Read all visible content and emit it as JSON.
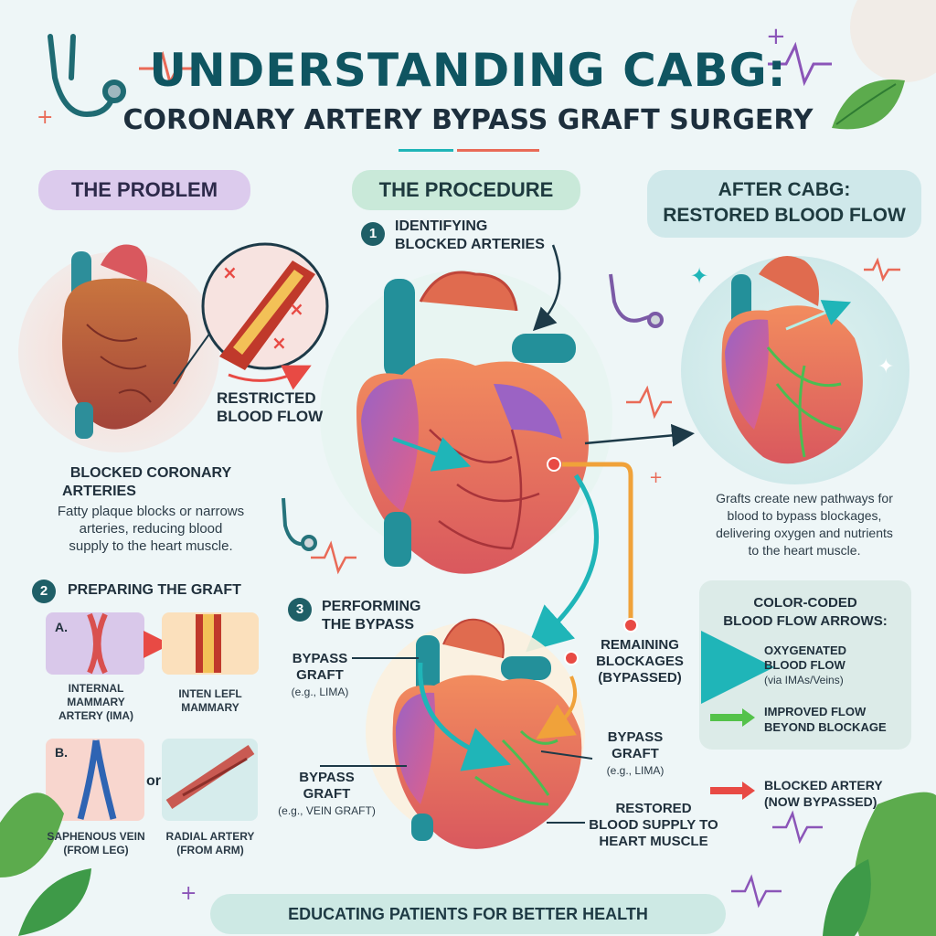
{
  "header": {
    "title": "UNDERSTANDING CABG:",
    "subtitle": "CORONARY ARTERY BYPASS GRAFT SURGERY"
  },
  "sections": {
    "problem": "THE PROBLEM",
    "procedure": "THE PROCEDURE",
    "after_line1": "AFTER CABG:",
    "after_line2": "RESTORED BLOOD FLOW"
  },
  "problem": {
    "restricted_line1": "RESTRICTED",
    "restricted_line2": "BLOOD FLOW",
    "blocked_line1": "BLOCKED CORONARY",
    "blocked_line2": "ARTERIES",
    "desc_line1": "Fatty plaque blocks or narrows",
    "desc_line2": "arteries, reducing blood",
    "desc_line3": "supply to the heart muscle."
  },
  "steps": {
    "step1_num": "1",
    "step1_line1": "IDENTIFYING",
    "step1_line2": "BLOCKED ARTERIES",
    "step2_num": "2",
    "step2_title": "PREPARING THE GRAFT",
    "step3_num": "3",
    "step3_line1": "PERFORMING",
    "step3_line2": "THE BYPASS"
  },
  "graft": {
    "a_label": "A.",
    "b_label": "B.",
    "or_label": "or",
    "ima_line1": "INTERNAL",
    "ima_line2": "MAMMARY",
    "ima_line3": "ARTERY (IMA)",
    "inten_line1": "INTEN LEFL",
    "inten_line2": "MAMMARY",
    "saph_line1": "SAPHENOUS VEIN",
    "saph_line2": "(FROM LEG)",
    "radial_line1": "RADIAL ARTERY",
    "radial_line2": "(FROM ARM)"
  },
  "bypass": {
    "graft1_line1": "BYPASS",
    "graft1_line2": "GRAFT",
    "graft1_note": "(e.g., LIMA)",
    "graft2_line1": "BYPASS",
    "graft2_line2": "GRAFT",
    "graft2_note": "(e.g., VEIN GRAFT)",
    "graft3_line1": "BYPASS",
    "graft3_line2": "GRAFT",
    "graft3_note": "(e.g., LIMA)",
    "remaining_line1": "REMAINING",
    "remaining_line2": "BLOCKAGES",
    "remaining_line3": "(BYPASSED)",
    "restored_line1": "RESTORED",
    "restored_line2": "BLOOD SUPPLY TO",
    "restored_line3": "HEART MUSCLE"
  },
  "after": {
    "desc_line1": "Grafts create new pathways for",
    "desc_line2": "blood to bypass blockages,",
    "desc_line3": "delivering oxygen and nutrients",
    "desc_line4": "to the heart muscle."
  },
  "legend": {
    "title_line1": "COLOR-CODED",
    "title_line2": "BLOOD FLOW ARROWS:",
    "oxy_line1": "OXYGENATED",
    "oxy_line2": "BLOOD FLOW",
    "oxy_note": "(via IMAs/Veins)",
    "improved_line1": "IMPROVED FLOW",
    "improved_line2": "BEYOND BLOCKAGE",
    "blocked_line1": "BLOCKED ARTERY",
    "blocked_line2": "(NOW BYPASSED)"
  },
  "footer": {
    "text": "EDUCATING PATIENTS FOR BETTER HEALTH"
  },
  "colors": {
    "teal": "#1fb5b8",
    "green": "#54c24a",
    "red": "#e84a44",
    "orange": "#f0a23a",
    "title": "#0f5561"
  },
  "icons": [
    "stethoscope-icon",
    "leaf-icon",
    "heartbeat-icon",
    "sparkle-icon",
    "heart-icon",
    "artery-icon"
  ]
}
